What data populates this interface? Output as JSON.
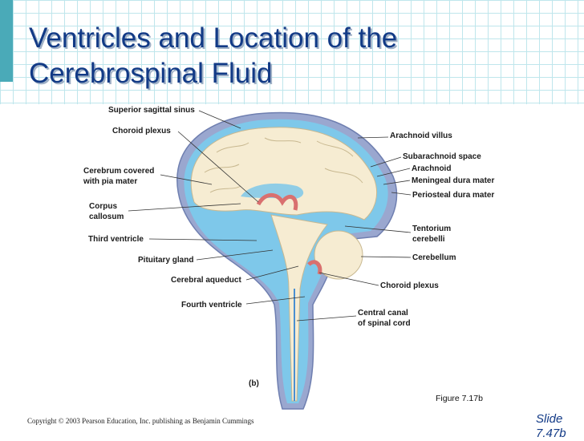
{
  "title": {
    "line1": "Ventricles and Location of the",
    "line2": "Cerebrospinal Fluid"
  },
  "labels_left": {
    "superior_sagittal_sinus": "Superior sagittal sinus",
    "choroid_plexus": "Choroid plexus",
    "cerebrum_line1": "Cerebrum covered",
    "cerebrum_line2": "with pia mater",
    "corpus_line1": "Corpus",
    "corpus_line2": "callosum",
    "third_ventricle": "Third ventricle",
    "pituitary_gland": "Pituitary gland",
    "cerebral_aqueduct": "Cerebral aqueduct",
    "fourth_ventricle": "Fourth ventricle"
  },
  "labels_right": {
    "arachnoid_villus": "Arachnoid villus",
    "subarachnoid_space": "Subarachnoid space",
    "arachnoid": "Arachnoid",
    "meningeal_dura_mater": "Meningeal dura mater",
    "periosteal_dura_mater": "Periosteal dura mater",
    "tentorium_line1": "Tentorium",
    "tentorium_line2": "cerebelli",
    "cerebellum": "Cerebellum",
    "choroid_plexus": "Choroid plexus",
    "central_canal_line1": "Central canal",
    "central_canal_line2": "of spinal cord"
  },
  "panel_label": "(b)",
  "figure_caption": "Figure 7.17b",
  "copyright": "Copyright © 2003 Pearson Education, Inc. publishing as Benjamin Cummings",
  "slide": {
    "line1": "Slide",
    "line2": "7.47b"
  },
  "colors": {
    "title": "#123a86",
    "csf_blue": "#7ec8ea",
    "dura": "#9aa7cf",
    "brain": "#f6ecd2",
    "choroid": "#d9706f",
    "grid": "#bfe6ec",
    "accent_bar": "#4aaab8"
  }
}
